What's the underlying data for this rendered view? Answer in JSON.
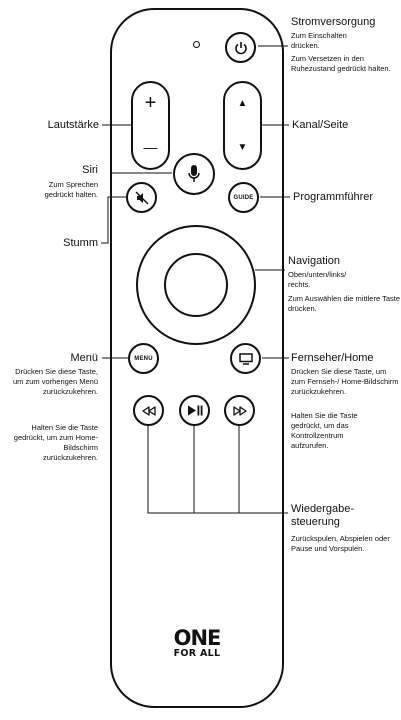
{
  "remote": {
    "buttons": {
      "guide_label": "GUIDE",
      "menu_label": "MENU",
      "volume_up_glyph": "+",
      "volume_down_glyph": "—",
      "channel_up_glyph": "▲",
      "channel_down_glyph": "▼"
    },
    "logo": {
      "line1": "ONE",
      "line2": "FOR ALL"
    }
  },
  "labels": {
    "power": {
      "title": "Stromversorgung",
      "desc1": "Zum Einschalten drücken.",
      "desc2": "Zum Versetzen in den Ruhezustand gedrückt halten."
    },
    "volume": {
      "title": "Lautstärke"
    },
    "channel": {
      "title": "Kanal/Seite"
    },
    "siri": {
      "title": "Siri",
      "desc": "Zum Sprechen gedrückt halten."
    },
    "guide": {
      "title": "Programmführer"
    },
    "mute": {
      "title": "Stumm"
    },
    "navigation": {
      "title": "Navigation",
      "desc1": "Oben/unten/links/ rechts.",
      "desc2": "Zum Auswählen die mittlere Taste drücken."
    },
    "menu": {
      "title": "Menü",
      "desc1": "Drücken Sie diese Taste, um zum vorherigen Menü zurückzukehren.",
      "desc2": "Halten Sie die Taste gedrückt, um zum Home-Bildschirm zurückzukehren."
    },
    "tv_home": {
      "title": "Fernseher/Home",
      "desc1": "Drücken Sie diese Taste, um zum Fernseh-/ Home-Bildschirm zurückzukehren.",
      "desc2": "Halten Sie die Taste gedrückt, um das Kontrollzentrum aufzurufen."
    },
    "playback": {
      "title": "Wiedergabe- steuerung",
      "desc": "Zurückspulen, Abspielen oder Pause und Vorspulen."
    }
  },
  "colors": {
    "stroke": "#111111",
    "background": "#ffffff"
  },
  "icons": [
    "power-icon",
    "microphone-icon",
    "mute-icon",
    "tv-icon",
    "rewind-icon",
    "play-pause-icon",
    "fast-forward-icon"
  ]
}
